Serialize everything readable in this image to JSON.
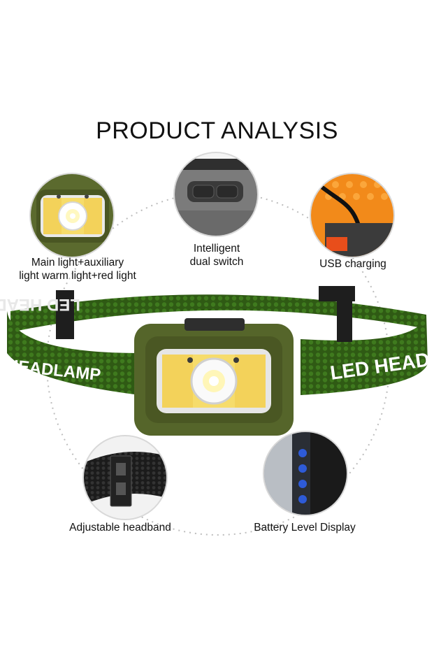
{
  "title": "PRODUCT ANALYSIS",
  "features": {
    "main_light": {
      "line1": "Main light+auxiliary",
      "line2": "light warm light+red light"
    },
    "switch": {
      "line1": "Intelligent",
      "line2": "dual switch"
    },
    "usb": {
      "label": "USB charging"
    },
    "headband": {
      "label": "Adjustable headband"
    },
    "battery": {
      "label": "Battery Level Display"
    }
  },
  "strap": {
    "text_back": "LED HEADLAMP",
    "text_left": "HEADLAMP",
    "text_right": "LED HEADLAMP"
  },
  "colors": {
    "housing_green": "#55652a",
    "strap_green": "#2f5a14",
    "led_yellow": "#f3d25a",
    "battery_blue": "#2e5bd8",
    "usb_orange": "#f28a1a"
  }
}
